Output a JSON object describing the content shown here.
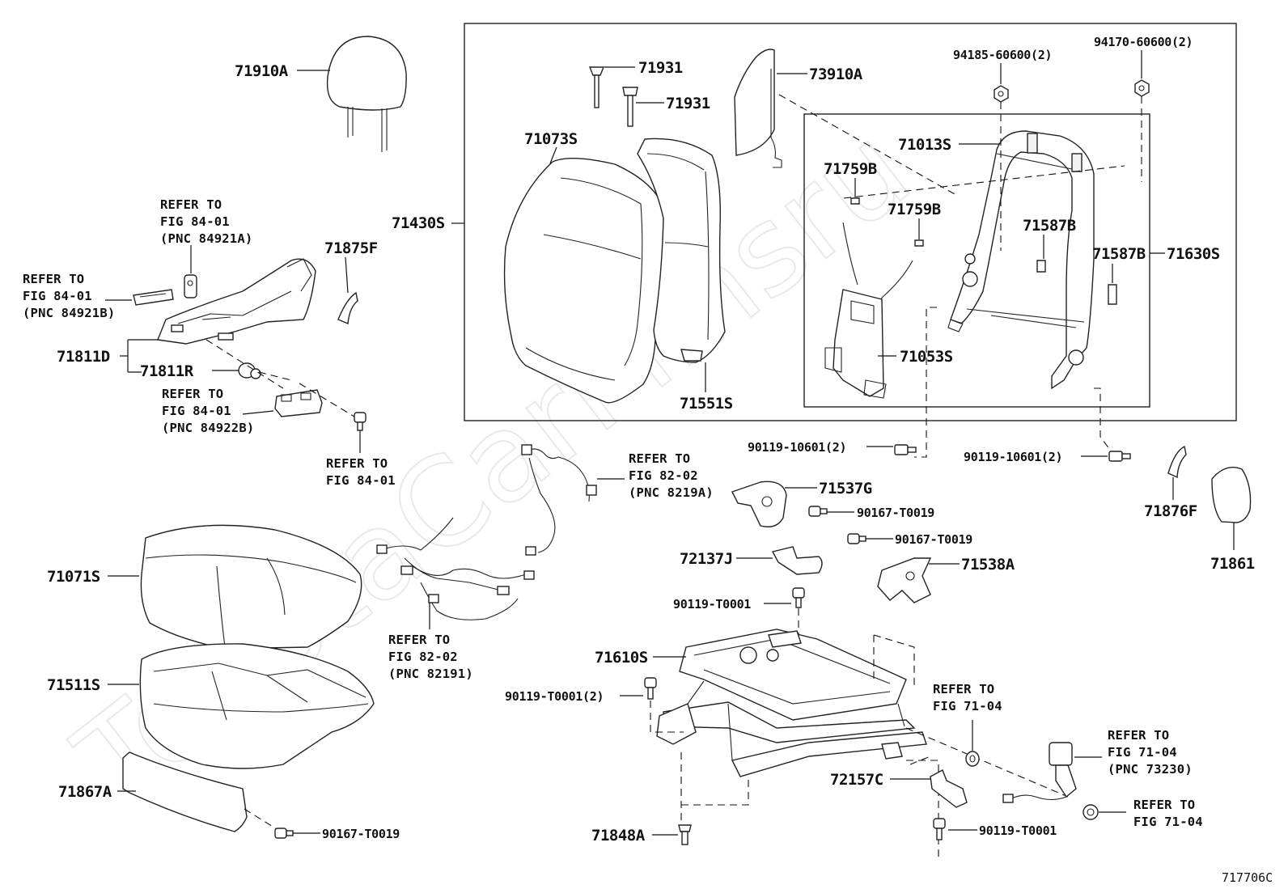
{
  "watermark": "ToyotaCarMinsru",
  "diagram_code": "717706C",
  "parts": {
    "p71910A": "71910A",
    "p71931a": "71931",
    "p71931b": "71931",
    "p73910A": "73910A",
    "p94185": "94185-60600(2)",
    "p94170": "94170-60600(2)",
    "p71073S": "71073S",
    "p71013S": "71013S",
    "p71759Ba": "71759B",
    "p71759Bb": "71759B",
    "p71430S": "71430S",
    "p71587Ba": "71587B",
    "p71587Bb": "71587B",
    "p71630S": "71630S",
    "p71875F": "71875F",
    "p71811D": "71811D",
    "p71811R": "71811R",
    "p71053S": "71053S",
    "p71551S": "71551S",
    "p90119_10601a": "90119-10601(2)",
    "p90119_10601b": "90119-10601(2)",
    "p71537G": "71537G",
    "p90167_T0019a": "90167-T0019",
    "p90167_T0019b": "90167-T0019",
    "p71876F": "71876F",
    "p71861": "71861",
    "p71071S": "71071S",
    "p72137J": "72137J",
    "p71538A": "71538A",
    "p90119_T0001a": "90119-T0001",
    "p71610S": "71610S",
    "p71511S": "71511S",
    "p90119_T0001_2": "90119-T0001(2)",
    "p72157C": "72157C",
    "p71867A": "71867A",
    "p90167_T0019c": "90167-T0019",
    "p71848A": "71848A",
    "p90119_T0001b": "90119-T0001"
  },
  "refs": {
    "r1": [
      "REFER TO",
      "FIG 84-01",
      "(PNC 84921A)"
    ],
    "r2": [
      "REFER TO",
      "FIG 84-01",
      "(PNC 84921B)"
    ],
    "r3": [
      "REFER TO",
      "FIG 84-01",
      "(PNC 84922B)"
    ],
    "r4": [
      "REFER TO",
      "FIG 84-01"
    ],
    "r5": [
      "REFER TO",
      "FIG 82-02",
      "(PNC 8219A)"
    ],
    "r6": [
      "REFER TO",
      "FIG 82-02",
      "(PNC 82191)"
    ],
    "r7": [
      "REFER TO",
      "FIG 71-04"
    ],
    "r8": [
      "REFER TO",
      "FIG 71-04",
      "(PNC 73230)"
    ],
    "r9": [
      "REFER TO",
      "FIG 71-04"
    ]
  }
}
